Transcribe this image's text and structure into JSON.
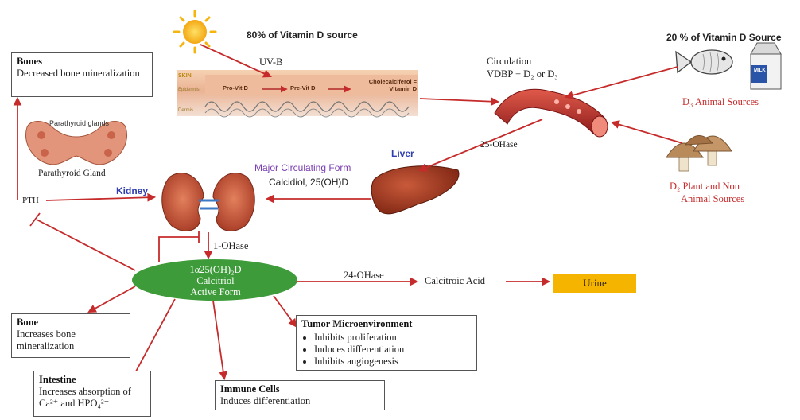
{
  "colors": {
    "arrow": "#c62b2b",
    "ellipse": "#3e9b3a",
    "urine": "#f4b400",
    "blue_label": "#2f3eb0",
    "purple_label": "#7a3db0"
  },
  "source_80": "80% of Vitamin D source",
  "source_20": "20 % of Vitamin D Source",
  "uvb": "UV-B",
  "skin_label": "SKIN",
  "epidermis_label": "Epidermis",
  "dermis_label": "Dermis",
  "skin_step1": "Pro-Vit D",
  "skin_step2": "Pre-Vit D",
  "skin_step3": "Cholecalciferol = Vitamin D",
  "circulation_line1": "Circulation",
  "circulation_line2": "VDBP + D₂ or D₃",
  "d3_animal": "D₃ Animal Sources",
  "d2_plant_line1": "D₂ Plant and Non",
  "d2_plant_line2": "Animal Sources",
  "hydroxylase_25": "25-OHase",
  "liver": "Liver",
  "major_form": "Major Circulating Form",
  "calcidiol": "Calcidiol, 25(OH)D",
  "kidney": "Kidney",
  "hydroxylase_1": "1-OHase",
  "pth": "PTH",
  "parathyroid_glands": "Parathyroid glands",
  "parathyroid_gland": "Parathyroid Gland",
  "bones_box": {
    "title": "Bones",
    "text": "Decreased bone mineralization"
  },
  "active_form": {
    "line1": "1α25(OH)₂D",
    "line2": "Calcitriol",
    "line3": "Active Form"
  },
  "hydroxylase_24": "24-OHase",
  "calcitroic": "Calcitroic Acid",
  "urine": "Urine",
  "bone_box": {
    "title": "Bone",
    "text": "Increases bone mineralization"
  },
  "intestine_box": {
    "title": "Intestine",
    "text": "Increases absorption of Ca²⁺ and HPO₄²⁻"
  },
  "immune_box": {
    "title": "Immune Cells",
    "text": "Induces differentiation"
  },
  "tumor_box": {
    "title": "Tumor Microenvironment",
    "items": [
      "Inhibits proliferation",
      "Induces differentiation",
      "Inhibits angiogenesis"
    ]
  },
  "milk_label": "MILK"
}
